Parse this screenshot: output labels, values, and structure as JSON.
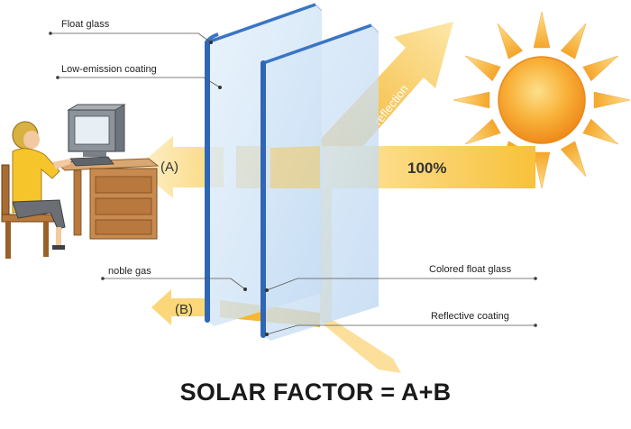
{
  "labels": {
    "float_glass": "Float glass",
    "low_emission_coating": "Low-emission coating",
    "noble_gas": "noble gas",
    "colored_float_glass": "Colored float glass",
    "reflective_coating": "Reflective coating",
    "reflection": "reflection",
    "incoming_percent": "100%",
    "transmitted_a": "(A)",
    "emitted_b": "(B)"
  },
  "formula": "SOLAR FACTOR = A+B",
  "icons": [
    "sun-icon",
    "person-at-computer-icon",
    "glass-pane-icon"
  ],
  "colors": {
    "arrow": "#f9c23c",
    "arrow_light": "#fde3a0",
    "glass_edge": "#3a75c4",
    "glass_fill": "#cfe3f7",
    "sun_orange": "#f29a1d",
    "sun_yellow": "#fbc93c"
  }
}
